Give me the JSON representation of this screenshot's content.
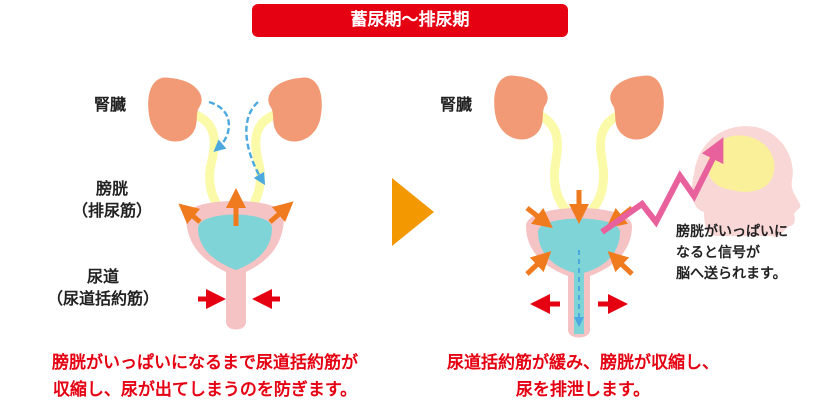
{
  "title": "蓄尿期〜排尿期",
  "left": {
    "kidney_label": "腎臓",
    "bladder_label": "膀胱",
    "bladder_sub": "（排尿筋）",
    "urethra_label": "尿道",
    "urethra_sub": "（尿道括約筋）",
    "caption_line1": "膀胱がいっぱいになるまで尿道括約筋が",
    "caption_line2": "収縮し、尿が出てしまうのを防ぎます。"
  },
  "right": {
    "kidney_label": "腎臓",
    "signal_line1": "膀胱がいっぱいに",
    "signal_line2": "なると信号が",
    "signal_line3": "脳へ送られます。",
    "caption_line1": "尿道括約筋が緩み、膀胱が収縮し、",
    "caption_line2": "尿を排泄します。"
  },
  "colors": {
    "title_bg": "#e50012",
    "kidney": "#f29a75",
    "ureter": "#fafaa8",
    "bladder_wall": "#f5c3c3",
    "urine": "#7fd4d8",
    "arrow_orange": "#f07a1e",
    "arrow_red": "#e50012",
    "flow_blue": "#4ba9e0",
    "stage_arrow": "#f39800",
    "signal": "#e8609c",
    "head": "#f9d7d7",
    "brain": "#faf09a"
  }
}
